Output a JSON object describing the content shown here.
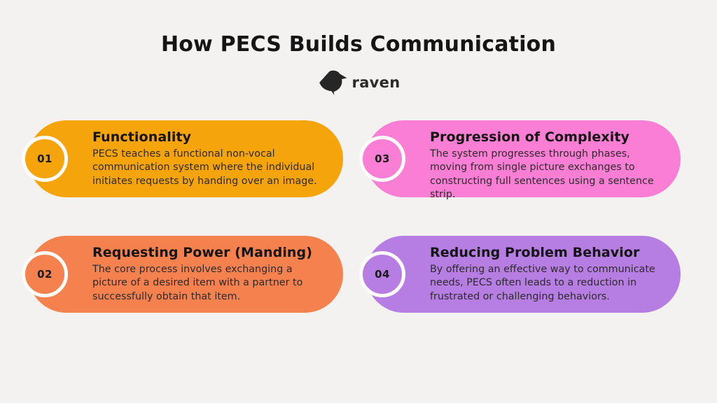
{
  "page": {
    "background": "#f3f2f0",
    "ring_color": "#fdfcfa"
  },
  "header": {
    "title": "How PECS Builds Communication"
  },
  "logo": {
    "brand": "raven",
    "icon": "raven-bird-icon",
    "color": "#262626"
  },
  "cards": [
    {
      "number": "01",
      "title": "Functionality",
      "description": "PECS teaches a functional non-vocal communication system where the individual initiates requests by handing over an image.",
      "color": "#f6a40b"
    },
    {
      "number": "02",
      "title": "Requesting Power (Manding)",
      "description": "The core process involves exchanging a picture of a desired item with a partner to successfully obtain that item.",
      "color": "#f5814e"
    },
    {
      "number": "03",
      "title": "Progression of Complexity",
      "description": "The system progresses through phases, moving from single picture exchanges to constructing full sentences using a sentence strip.",
      "color": "#f97ed4"
    },
    {
      "number": "04",
      "title": "Reducing Problem Behavior",
      "description": "By offering an effective way to communicate needs, PECS often leads to a reduction in frustrated or challenging behaviors.",
      "color": "#b67de3"
    }
  ]
}
